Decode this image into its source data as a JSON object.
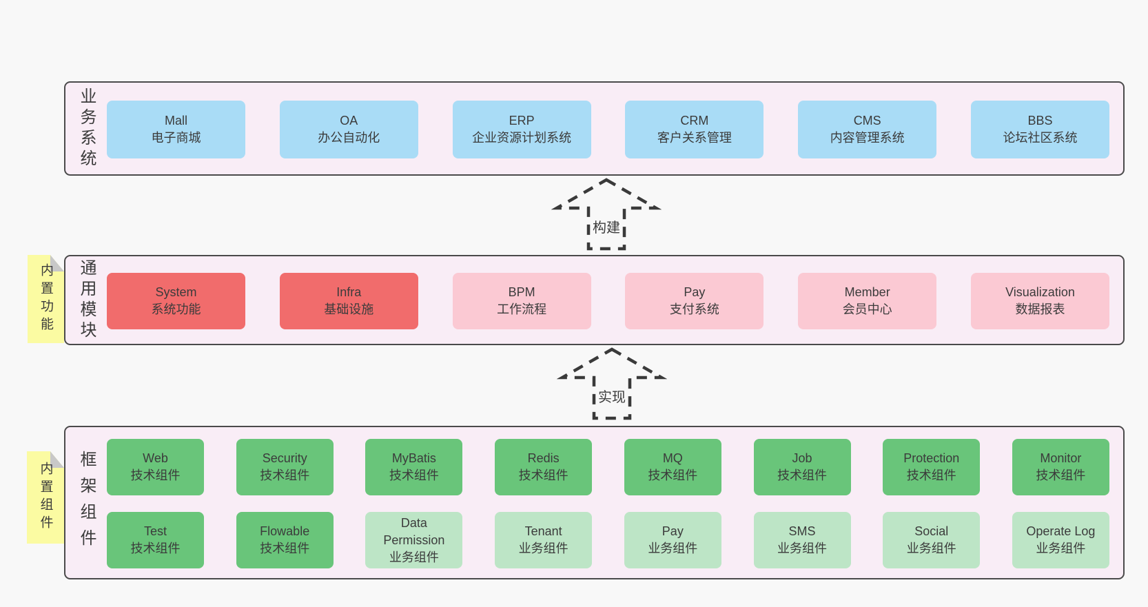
{
  "diagram": {
    "colors": {
      "blue": "#a9dcf6",
      "red": "#f16c6c",
      "pink": "#fbc9d3",
      "green": "#69c57a",
      "lightgreen": "#bde5c6",
      "section_bg": "#f9edf6",
      "sticky_bg": "#fbfba2",
      "border": "#4a4a4a"
    },
    "arrows": [
      {
        "label": "构建"
      },
      {
        "label": "实现"
      }
    ],
    "sections": [
      {
        "label": "业务系统",
        "rows": [
          [
            {
              "type": "blue",
              "title": "Mall",
              "subtitle": "电子商城"
            },
            {
              "type": "blue",
              "title": "OA",
              "subtitle": "办公自动化"
            },
            {
              "type": "blue",
              "title": "ERP",
              "subtitle": "企业资源计划系统"
            },
            {
              "type": "blue",
              "title": "CRM",
              "subtitle": "客户关系管理"
            },
            {
              "type": "blue",
              "title": "CMS",
              "subtitle": "内容管理系统"
            },
            {
              "type": "blue",
              "title": "BBS",
              "subtitle": "论坛社区系统"
            }
          ]
        ]
      },
      {
        "label": "通用模块",
        "sticky": "内置功能",
        "rows": [
          [
            {
              "type": "red",
              "title": "System",
              "subtitle": "系统功能"
            },
            {
              "type": "red",
              "title": "Infra",
              "subtitle": "基础设施"
            },
            {
              "type": "pink",
              "title": "BPM",
              "subtitle": "工作流程"
            },
            {
              "type": "pink",
              "title": "Pay",
              "subtitle": "支付系统"
            },
            {
              "type": "pink",
              "title": "Member",
              "subtitle": "会员中心"
            },
            {
              "type": "pink",
              "title": "Visualization",
              "subtitle": "数据报表"
            }
          ]
        ]
      },
      {
        "label": "框架组件",
        "sticky": "内置组件",
        "rows": [
          [
            {
              "type": "green",
              "title": "Web",
              "subtitle": "技术组件"
            },
            {
              "type": "green",
              "title": "Security",
              "subtitle": "技术组件"
            },
            {
              "type": "green",
              "title": "MyBatis",
              "subtitle": "技术组件"
            },
            {
              "type": "green",
              "title": "Redis",
              "subtitle": "技术组件"
            },
            {
              "type": "green",
              "title": "MQ",
              "subtitle": "技术组件"
            },
            {
              "type": "green",
              "title": "Job",
              "subtitle": "技术组件"
            },
            {
              "type": "green",
              "title": "Protection",
              "subtitle": "技术组件"
            },
            {
              "type": "green",
              "title": "Monitor",
              "subtitle": "技术组件"
            }
          ],
          [
            {
              "type": "green",
              "title": "Test",
              "subtitle": "技术组件"
            },
            {
              "type": "green",
              "title": "Flowable",
              "subtitle": "技术组件"
            },
            {
              "type": "lightgreen",
              "title": "Data Permission",
              "subtitle": "业务组件"
            },
            {
              "type": "lightgreen",
              "title": "Tenant",
              "subtitle": "业务组件"
            },
            {
              "type": "lightgreen",
              "title": "Pay",
              "subtitle": "业务组件"
            },
            {
              "type": "lightgreen",
              "title": "SMS",
              "subtitle": "业务组件"
            },
            {
              "type": "lightgreen",
              "title": "Social",
              "subtitle": "业务组件"
            },
            {
              "type": "lightgreen",
              "title": "Operate Log",
              "subtitle": "业务组件"
            }
          ]
        ]
      }
    ]
  }
}
